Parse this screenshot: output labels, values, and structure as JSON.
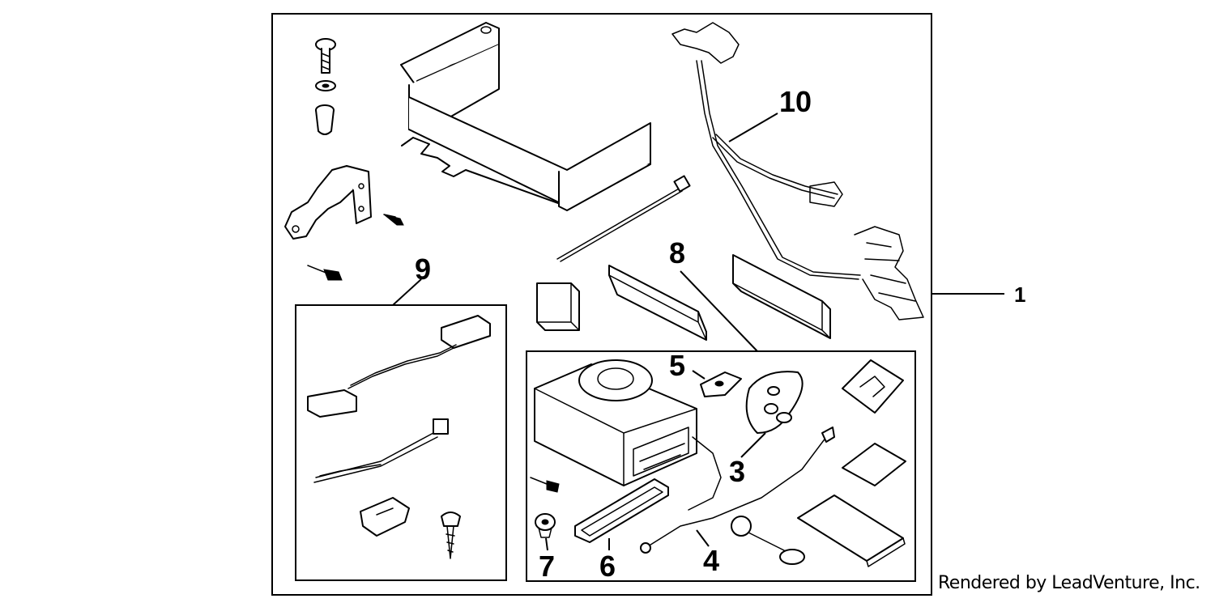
{
  "callouts": [
    {
      "id": "c1",
      "label": "1"
    },
    {
      "id": "c3",
      "label": "3"
    },
    {
      "id": "c4",
      "label": "4"
    },
    {
      "id": "c5",
      "label": "5"
    },
    {
      "id": "c6",
      "label": "6"
    },
    {
      "id": "c7",
      "label": "7"
    },
    {
      "id": "c8",
      "label": "8"
    },
    {
      "id": "c9",
      "label": "9"
    },
    {
      "id": "c10",
      "label": "10"
    }
  ],
  "credit": "Rendered by LeadVenture, Inc."
}
